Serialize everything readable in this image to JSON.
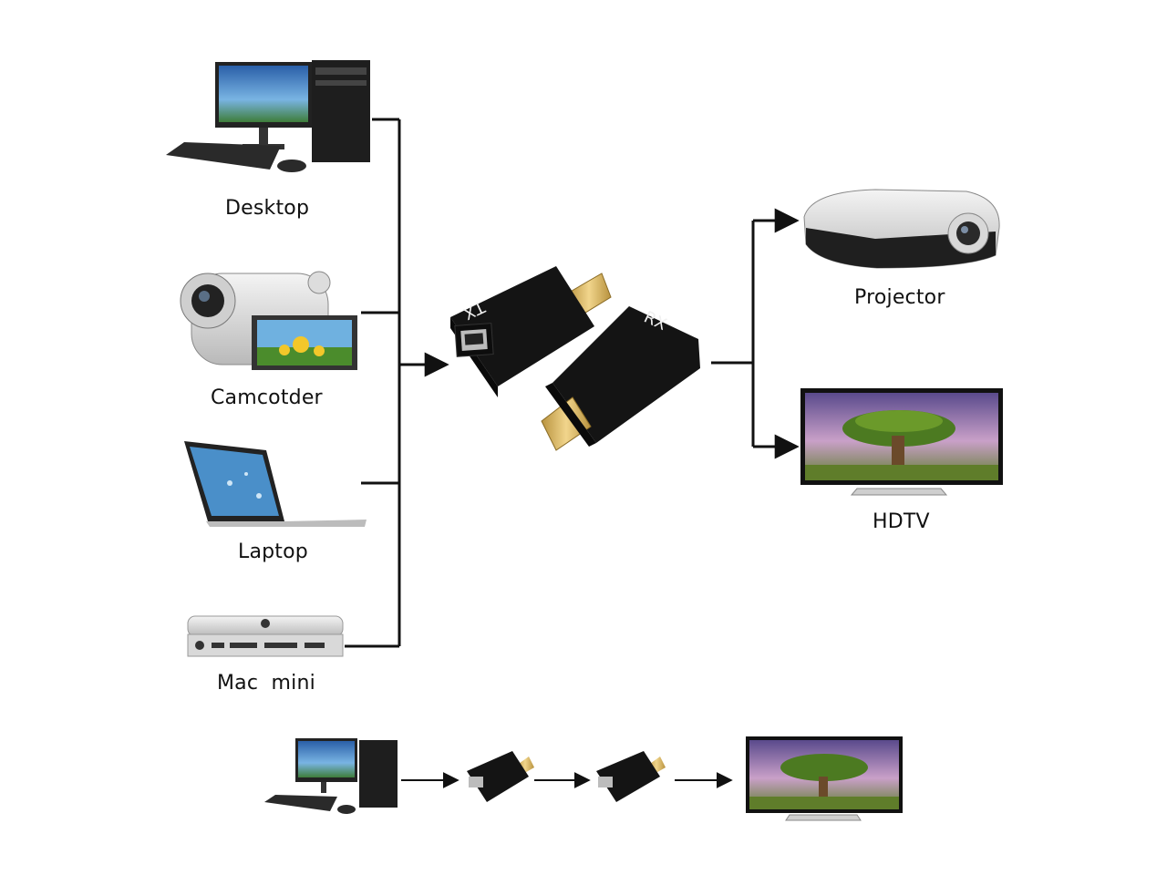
{
  "labels": {
    "desktop": "Desktop",
    "camcorder": "Camcotder",
    "laptop": "Laptop",
    "mac_mini": "Mac  mini",
    "projector": "Projector",
    "hdtv": "HDTV",
    "tx": "TX",
    "rx": "RX"
  },
  "colors": {
    "line": "#111111",
    "adapter_body": "#141414",
    "hdmi_gold": "#d8b25a",
    "screen_sky": "#3d86c9"
  },
  "icons": {
    "desktop": "desktop-computer-icon",
    "camcorder": "camcorder-icon",
    "laptop": "laptop-icon",
    "mac_mini": "mac-mini-icon",
    "tx_adapter": "hdmi-tx-extender-icon",
    "rx_adapter": "hdmi-rx-extender-icon",
    "projector": "projector-icon",
    "hdtv": "hdtv-icon"
  }
}
